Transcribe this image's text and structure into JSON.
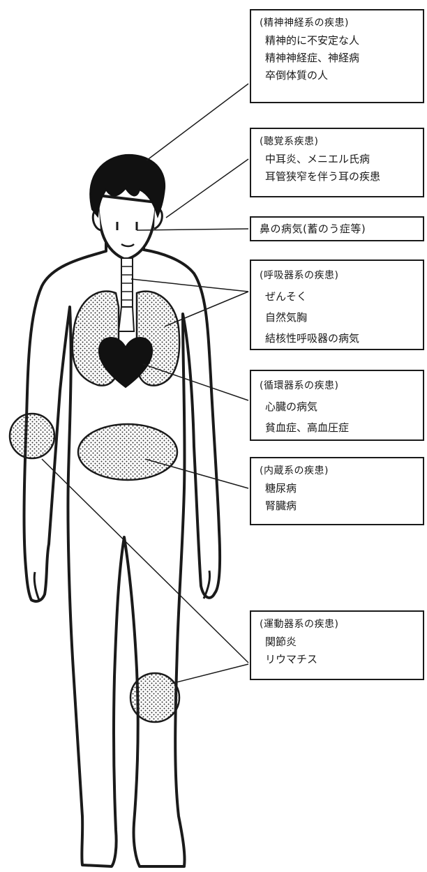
{
  "groups": [
    {
      "heading": "(精神神経系の疾患)",
      "items": [
        "精神的に不安定な人",
        "精神神経症、神経病",
        "卒倒体質の人"
      ]
    },
    {
      "heading": "(聴覚系疾患)",
      "items": [
        "中耳炎、メニエル氏病",
        "耳管狭窄を伴う耳の疾患"
      ]
    },
    {
      "heading": "鼻の病気(蓄のう症等)",
      "items": []
    },
    {
      "heading": "(呼吸器系の疾患)",
      "items": [
        "ぜんそく",
        "自然気胸",
        "結核性呼吸器の病気"
      ]
    },
    {
      "heading": "(循環器系の疾患)",
      "items": [
        "心臓の病気",
        "貧血症、高血圧症"
      ]
    },
    {
      "heading": "(内蔵系の疾患)",
      "items": [
        "糖尿病",
        "腎臓病"
      ]
    },
    {
      "heading": "(運動器系の疾患)",
      "items": [
        "関節炎",
        "リウマチス"
      ]
    }
  ],
  "colors": {
    "ink": "#1a1a1a",
    "heart": "#111111",
    "dots": "#333333"
  }
}
